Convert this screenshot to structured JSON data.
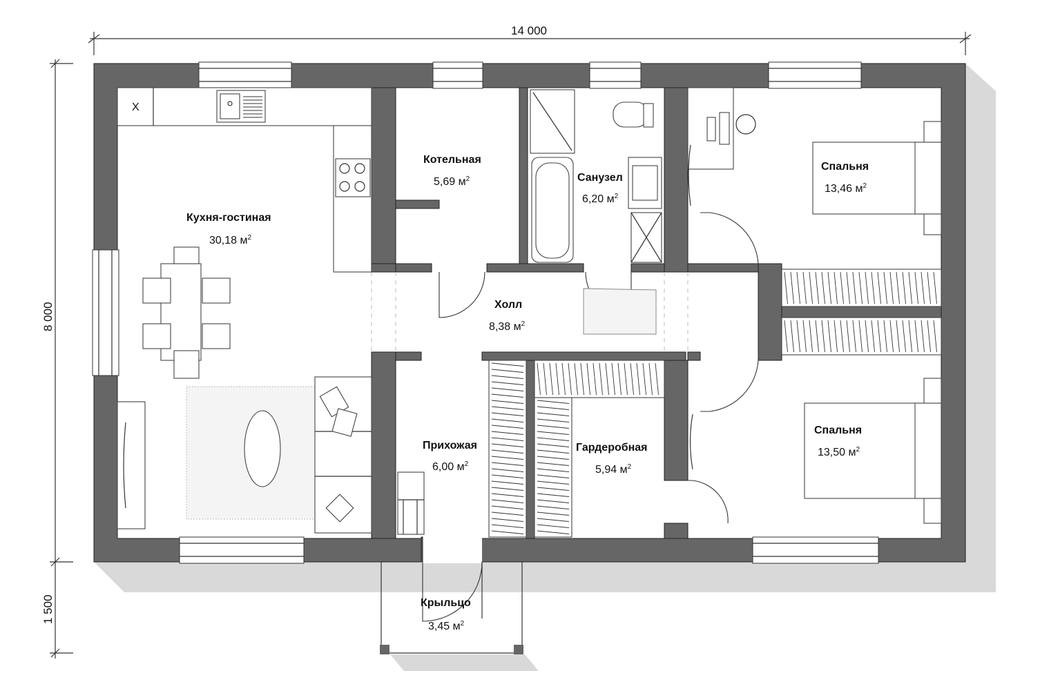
{
  "dimensions": {
    "width": "14 000",
    "height": "8 000",
    "porch_depth": "1 500"
  },
  "rooms": {
    "kitchen": {
      "name": "Кухня-гостиная",
      "area": "30,18 м",
      "sup": "2"
    },
    "boiler": {
      "name": "Котельная",
      "area": "5,69 м",
      "sup": "2"
    },
    "bathroom": {
      "name": "Санузел",
      "area": "6,20 м",
      "sup": "2"
    },
    "bedroom1": {
      "name": "Спальня",
      "area": "13,46 м",
      "sup": "2"
    },
    "hall": {
      "name": "Холл",
      "area": "8,38 м",
      "sup": "2"
    },
    "entry": {
      "name": "Прихожая",
      "area": "6,00 м",
      "sup": "2"
    },
    "wardrobe": {
      "name": "Гардеробная",
      "area": "5,94 м",
      "sup": "2"
    },
    "bedroom2": {
      "name": "Спальня",
      "area": "13,50 м",
      "sup": "2"
    },
    "porch": {
      "name": "Крыльцо",
      "area": "3,45 м",
      "sup": "2"
    }
  },
  "fixtures": {
    "stove_mark": "X"
  },
  "colors": {
    "wall": "#666666",
    "shadow": "#d9d9d9",
    "background": "#ffffff"
  }
}
